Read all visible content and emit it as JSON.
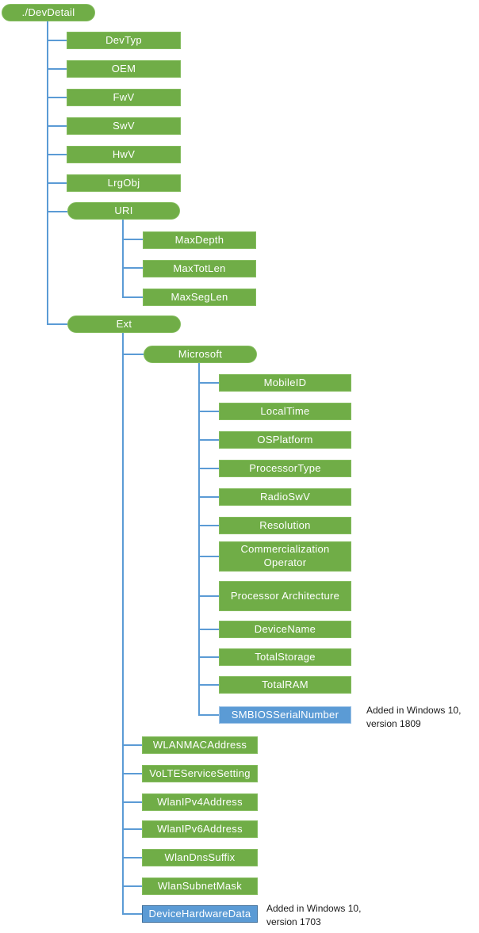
{
  "diagram": {
    "title": "DevDetail configuration service provider tree",
    "colors": {
      "node_green": "#70AD47",
      "node_green_border": "#84BC5E",
      "node_blue": "#5B9BD5",
      "node_blue_border_light": "#9DC3E6",
      "node_blue_border_dark": "#41719C",
      "connector_blue": "#5B9BD5",
      "annotation_text": "#1A1A1A"
    },
    "nodes": {
      "devdetail": "./DevDetail",
      "devtyp": "DevTyp",
      "oem": "OEM",
      "fwv": "FwV",
      "swv": "SwV",
      "hwv": "HwV",
      "lrgobj": "LrgObj",
      "uri": "URI",
      "maxdepth": "MaxDepth",
      "maxtotlen": "MaxTotLen",
      "maxseglen": "MaxSegLen",
      "ext": "Ext",
      "microsoft": "Microsoft",
      "mobileid": "MobileID",
      "localtime": "LocalTime",
      "osplatform": "OSPlatform",
      "processortype": "ProcessorType",
      "radioswv": "RadioSwV",
      "resolution": "Resolution",
      "commercializationoperator": "Commercialization Operator",
      "processorarchitecture": "Processor Architecture",
      "devicename": "DeviceName",
      "totalstorage": "TotalStorage",
      "totalram": "TotalRAM",
      "smbiosserialnumber": "SMBIOSSerialNumber",
      "wlanmacaddress": "WLANMACAddress",
      "volteservicesetting": "VoLTEServiceSetting",
      "wlanipv4address": "WlanIPv4Address",
      "wlanipv6address": "WlanIPv6Address",
      "wlandnssuffix": "WlanDnsSuffix",
      "wlansubnetmask": "WlanSubnetMask",
      "devicehardwaredata": "DeviceHardwareData"
    },
    "annotations": {
      "smbios": {
        "line1": "Added in Windows 10,",
        "line2": "version 1809"
      },
      "devicehardware": {
        "line1": "Added in Windows 10,",
        "line2": "version 1703"
      }
    }
  }
}
